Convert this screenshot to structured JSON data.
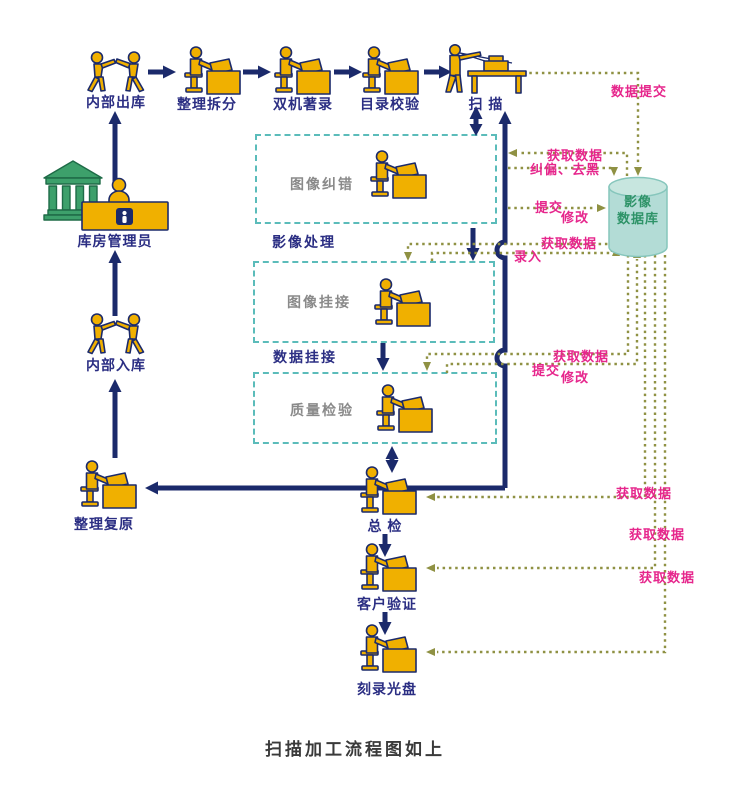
{
  "caption": "扫描加工流程图如上",
  "nodes": {
    "neibu_chuku": {
      "label": "内部出库"
    },
    "zhengli_chaifen": {
      "label": "整理拆分"
    },
    "shuangji_zhulu": {
      "label": "双机著录"
    },
    "mulu_jiaoyan": {
      "label": "目录校验"
    },
    "saomiao": {
      "label": "扫 描"
    },
    "kufang_guanliyuan": {
      "label": "库房管理员"
    },
    "neibu_ruku": {
      "label": "内部入库"
    },
    "zhengli_fuyuan": {
      "label": "整理复原"
    },
    "tuxiang_jiucuo": {
      "label": "图像纠错"
    },
    "tuxiang_guajie": {
      "label": "图像挂接"
    },
    "zhiliang_jianyan": {
      "label": "质量检验"
    },
    "zongjian": {
      "label": "总 检"
    },
    "kehu_yanzheng": {
      "label": "客户验证"
    },
    "kelu_guangpan": {
      "label": "刻录光盘"
    },
    "database": {
      "label": "影像\n数据库"
    }
  },
  "sections": {
    "yingxiang_chuli": {
      "label": "影像处理"
    },
    "shuju_guajie": {
      "label": "数据挂接"
    }
  },
  "flow_labels": {
    "shuju_tijiao": "数据提交",
    "huoqu_shuju_top": "获取数据",
    "jiupian_quhei": "纠偏、去黑",
    "tijiao_1": "提交",
    "xiugai_1": "修改",
    "huoqu_shuju_guajie": "获取数据",
    "luru": "录入",
    "huoqu_shuju_shuju": "获取数据",
    "tijiao_2": "提交",
    "xiugai_2": "修改",
    "huoqu_shuju_zongjian": "获取数据",
    "huoqu_shuju_kehu": "获取数据",
    "huoqu_shuju_kelu": "获取数据"
  },
  "colors": {
    "navy_line": "#1b2a6b",
    "navy_text": "#2b2e83",
    "gold": "#f0b000",
    "magenta": "#e6268c",
    "olive": "#8f9143",
    "teal_border": "#5bbcba",
    "db_fill": "#b3dcd6",
    "db_text": "#2e9368",
    "gray_label": "#8a8a8a",
    "bank_green": "#3da06b"
  }
}
